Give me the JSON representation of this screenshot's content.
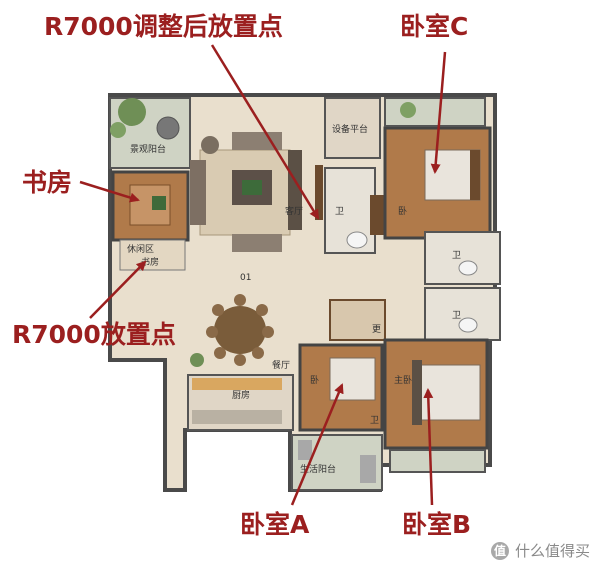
{
  "callouts": {
    "r7000_adjusted": "R7000调整后放置点",
    "bedroom_c": "卧室C",
    "study": "书房",
    "r7000_original": "R7000放置点",
    "bedroom_a": "卧室A",
    "bedroom_b": "卧室B"
  },
  "room_labels": {
    "landscape_balcony": "景观阳台",
    "equipment_platform": "设备平台",
    "living_room": "客厅",
    "bathroom_1": "卫",
    "bathroom_2": "卫",
    "bathroom_3": "卫",
    "bathroom_4": "卫",
    "bedroom_c_short": "卧",
    "bedroom_a_short": "卧",
    "master_bedroom": "主卧",
    "leisure_study_line1": "休闲区",
    "leisure_study_line2": "书房",
    "unit_number": "01",
    "dining_room": "餐厅",
    "kitchen": "厨房",
    "closet": "更",
    "service_balcony": "生活阳台"
  },
  "watermark": {
    "badge": "值",
    "text": "什么值得买"
  },
  "colors": {
    "callout": "#9b1f1f",
    "floor": "#e9dfcd",
    "wood": "#b07a4a",
    "wall": "#4a4a4a",
    "balcony": "#cfd3c4"
  }
}
